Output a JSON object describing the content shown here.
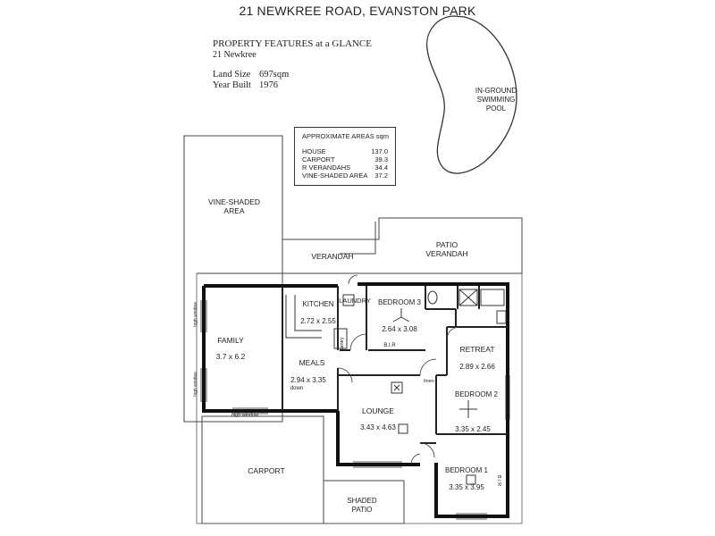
{
  "title": "21 NEWKREE ROAD, EVANSTON PARK",
  "features": {
    "heading": "PROPERTY FEATURES at a GLANCE",
    "address": "21 Newkree",
    "land_size_label": "Land Size",
    "land_size_value": "697sqm",
    "year_built_label": "Year Built",
    "year_built_value": "1976"
  },
  "areas": {
    "heading": "APPROXIMATE AREAS sqm",
    "rows": [
      {
        "name": "HOUSE",
        "value": "137.0"
      },
      {
        "name": "CARPORT",
        "value": "39.3"
      },
      {
        "name": "R VERANDAHS",
        "value": "34.4"
      },
      {
        "name": "VINE-SHADED AREA",
        "value": "37.2"
      }
    ]
  },
  "labels": {
    "pool_1": "IN-GROUND",
    "pool_2": "SWIMMING",
    "pool_3": "POOL",
    "vine_1": "VINE-SHADED",
    "vine_2": "AREA",
    "verandah": "VERANDAH",
    "patio_1": "PATIO",
    "patio_2": "VERANDAH",
    "kitchen": "KITCHEN",
    "kitchen_dim": "2.72 x 2.55",
    "laundry": "LAUNDRY",
    "bedroom3": "BEDROOM 3",
    "bedroom3_dim": "2.64 x 3.08",
    "bir": "B.I.R",
    "family": "FAMILY",
    "family_dim": "3.7 x 6.2",
    "meals": "MEALS",
    "meals_dim": "2.94 x 3.35",
    "down": "down",
    "retreat": "RETREAT",
    "retreat_dim": "2.89 x 2.66",
    "linen": "linen",
    "bedroom2": "BEDROOM 2",
    "bedroom2_dim": "3.35 x 2.45",
    "lounge": "LOUNGE",
    "lounge_dim": "3.43 x 4.63",
    "bedroom1": "BEDROOM 1",
    "bedroom1_dim": "3.35 x 3.95",
    "bir_vertical": "B I R",
    "carport": "CARPORT",
    "shaded_1": "SHADED",
    "shaded_2": "PATIO",
    "high_window": "high window",
    "pantry": "pantry"
  }
}
